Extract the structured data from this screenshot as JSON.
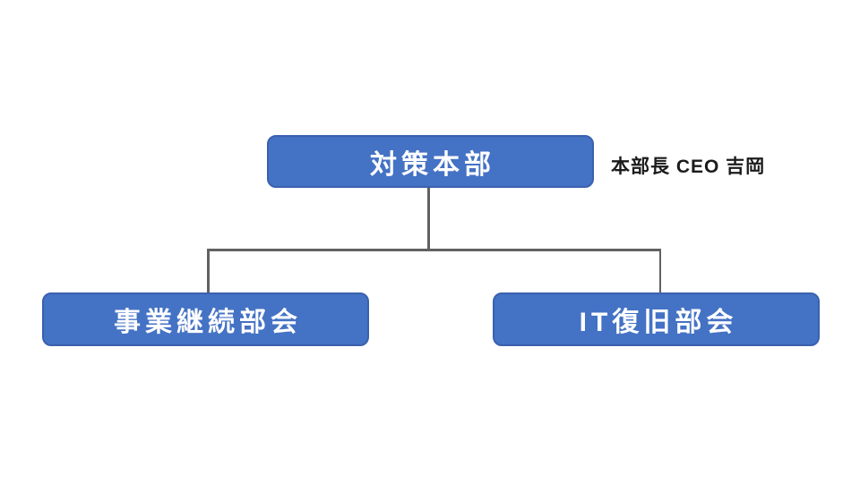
{
  "org_chart": {
    "root": {
      "label": "対策本部",
      "annotation": "本部長 CEO 吉岡"
    },
    "children": [
      {
        "label": "事業継続部会"
      },
      {
        "label": "IT復旧部会"
      }
    ],
    "colors": {
      "node_fill": "#4472C4",
      "node_border": "#3A61AE",
      "node_text": "#FFFFFF",
      "connector": "#616161",
      "annotation_text": "#1B1B1B",
      "background": "#FFFFFF"
    }
  }
}
